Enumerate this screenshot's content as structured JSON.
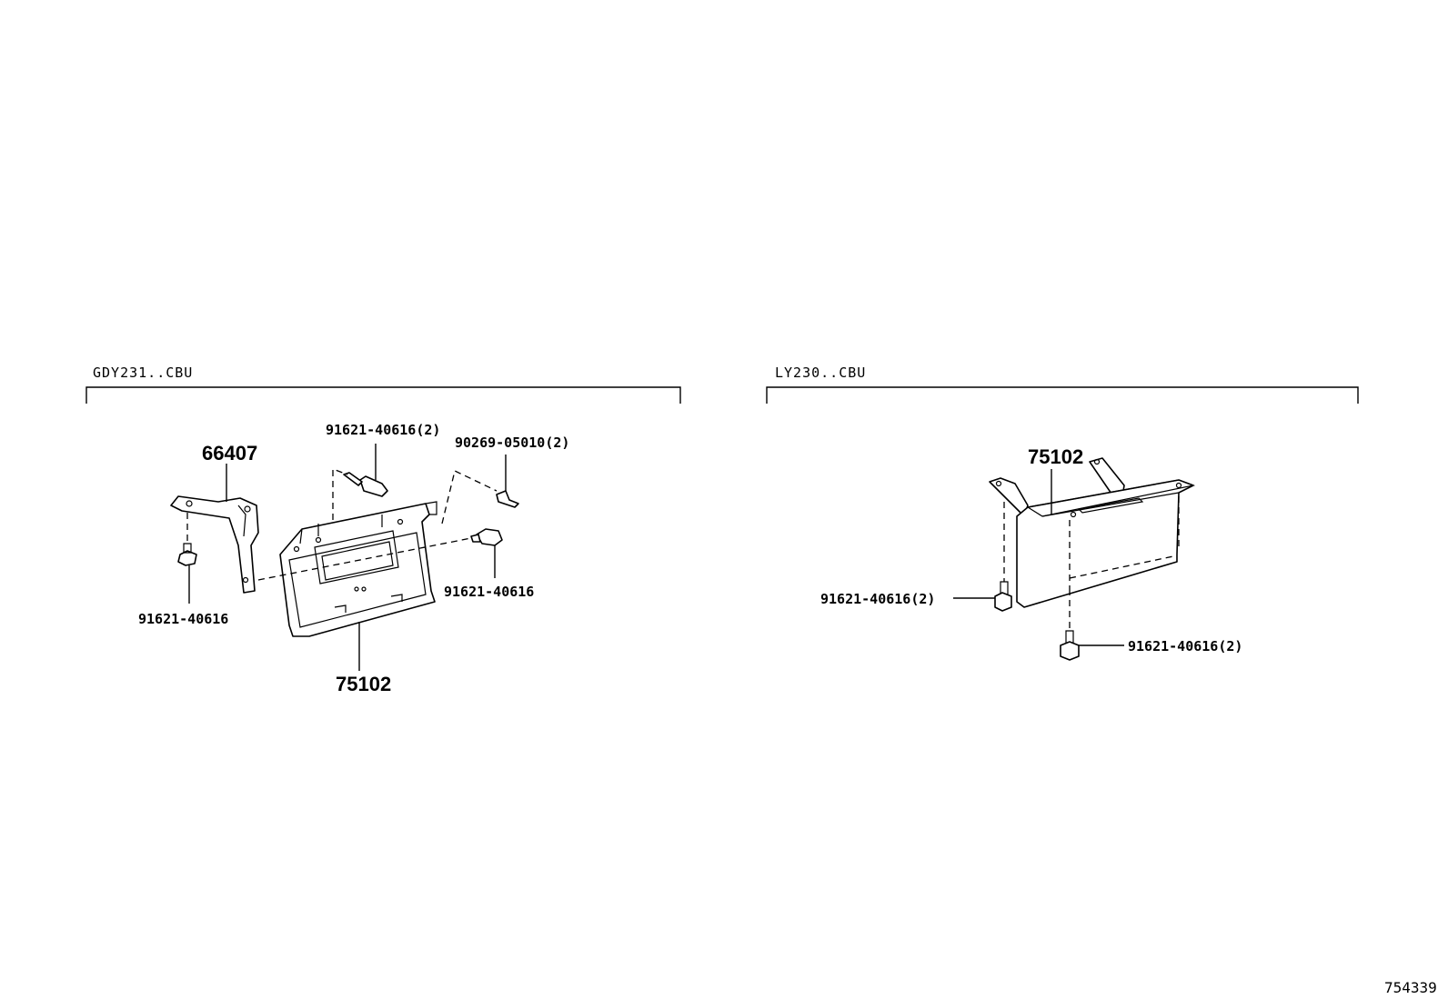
{
  "figure_id": "754339",
  "groups": [
    {
      "name": "GDY231..CBU",
      "parts": {
        "bracket": "66407",
        "carrier": "75102",
        "bolt_top": "91621-40616(2)",
        "clip": "90269-05010(2)",
        "bolt_right": "91621-40616",
        "bolt_left": "91621-40616"
      }
    },
    {
      "name": "LY230..CBU",
      "parts": {
        "carrier": "75102",
        "bolt_left": "91621-40616(2)",
        "bolt_bottom": "91621-40616(2)"
      }
    }
  ]
}
